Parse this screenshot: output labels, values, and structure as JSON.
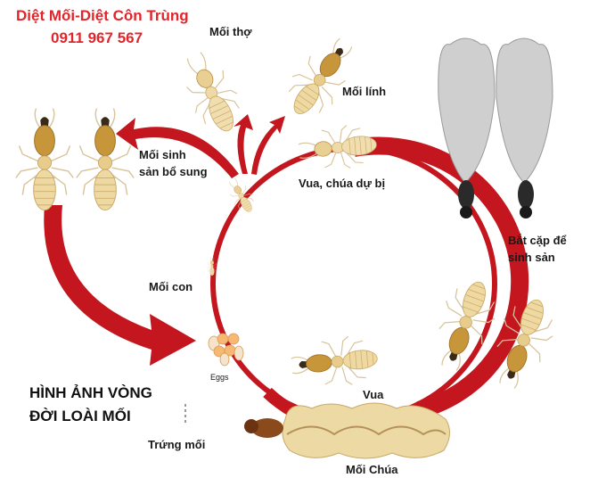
{
  "brand": {
    "name": "Diệt Mối-Diệt Côn Trùng",
    "phone": "0911 967 567",
    "color": "#e0262b"
  },
  "title": {
    "line1": "HÌNH ẢNH VÒNG",
    "line2": "ĐỜI LOÀI MỐI"
  },
  "labels": {
    "worker": "Mối thợ",
    "soldier": "Mối lính",
    "supplementary_line1": "Mối sinh",
    "supplementary_line2": "sản bổ sung",
    "reserve_royals": "Vua, chúa dự bị",
    "mating_line1": "Bắt cặp để",
    "mating_line2": "sinh sản",
    "nymph": "Mối con",
    "eggs": "Eggs",
    "king": "Vua",
    "termite_eggs": "Trứng mối",
    "queen": "Mối Chúa"
  },
  "colors": {
    "cycle_red": "#c3161e",
    "worker": "#f1deb0",
    "soldier_head": "#c8963a",
    "wing": "#c9c9c9"
  }
}
